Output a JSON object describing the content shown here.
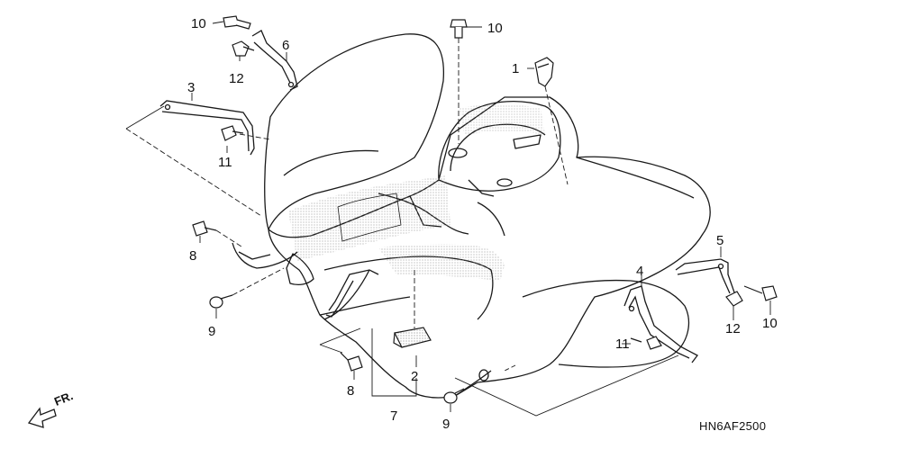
{
  "diagram": {
    "drawing_code": "HN6AF2500",
    "direction_label": "FR.",
    "callouts": [
      {
        "id": "c1",
        "text": "1"
      },
      {
        "id": "c2",
        "text": "2"
      },
      {
        "id": "c3",
        "text": "3"
      },
      {
        "id": "c4",
        "text": "4"
      },
      {
        "id": "c5",
        "text": "5"
      },
      {
        "id": "c6",
        "text": "6"
      },
      {
        "id": "c7",
        "text": "7"
      },
      {
        "id": "c8a",
        "text": "8"
      },
      {
        "id": "c8b",
        "text": "8"
      },
      {
        "id": "c9a",
        "text": "9"
      },
      {
        "id": "c9b",
        "text": "9"
      },
      {
        "id": "c10a",
        "text": "10"
      },
      {
        "id": "c10b",
        "text": "10"
      },
      {
        "id": "c10c",
        "text": "10"
      },
      {
        "id": "c11a",
        "text": "11"
      },
      {
        "id": "c11b",
        "text": "11"
      },
      {
        "id": "c12a",
        "text": "12"
      },
      {
        "id": "c12b",
        "text": "12"
      }
    ],
    "colors": {
      "line": "#1a1a1a",
      "stipple": "#8a8a8a",
      "background": "#ffffff"
    }
  }
}
